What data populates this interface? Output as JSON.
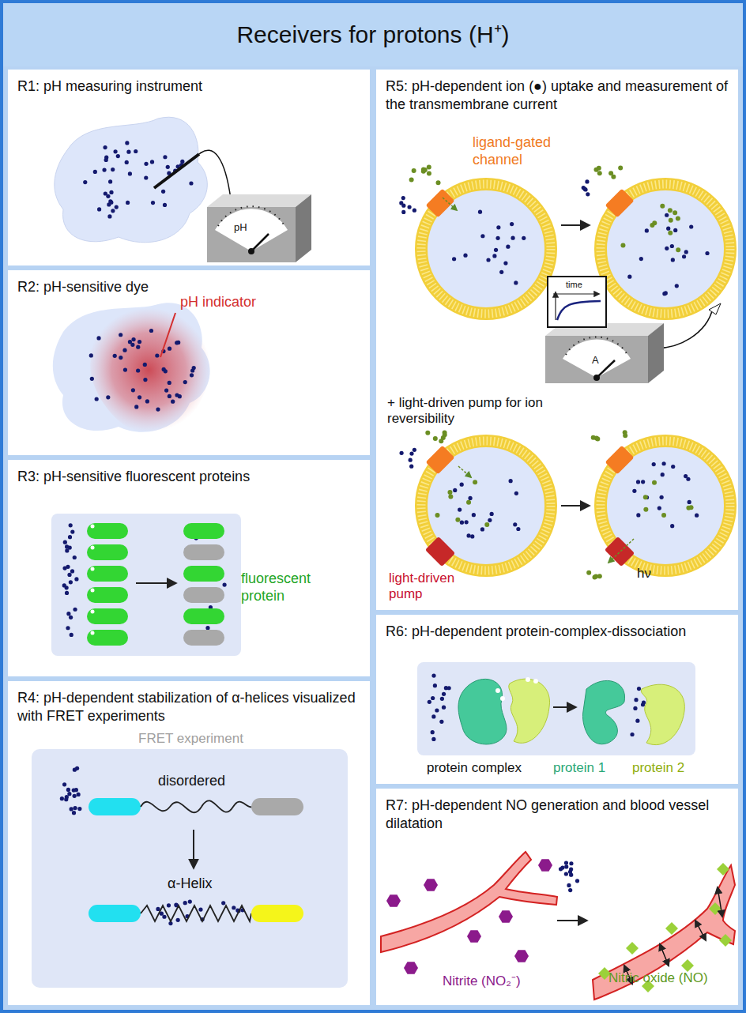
{
  "diagram": {
    "title": "Receivers for protons (H⁺)",
    "nodes": [
      {
        "text": [
          "R1: pH measuring instrument"
        ]
      },
      {
        "text": [
          "R2: pH-sensitive dye"
        ]
      },
      {
        "text": [
          "R3: pH-sensitive fluorescent proteins"
        ]
      },
      {
        "text": [
          "R4: pH-dependent stabilization of α-helices visualized with FRET experiments"
        ]
      },
      {
        "text": [
          "R5: pH-dependent ion (●) uptake and measurement of the transmembrane current"
        ]
      },
      {
        "text": [
          "R6: pH-dependent protein-complex-dissociation"
        ]
      },
      {
        "text": [
          "R7: pH-dependent NO generation and blood vessel dilatation"
        ]
      }
    ],
    "labels": [
      "pH",
      "pH indicator",
      "fluorescent protein",
      "FRET experiment",
      "disordered",
      "α-Helix",
      "ligand-gated channel",
      "time",
      "A",
      "+ light-driven pump for ion reversibility",
      "light-driven pump",
      "hν",
      "protein complex",
      "protein 1",
      "protein 2",
      "Nitrite (NO₂⁻)",
      "Nitric oxide (NO)"
    ]
  }
}
